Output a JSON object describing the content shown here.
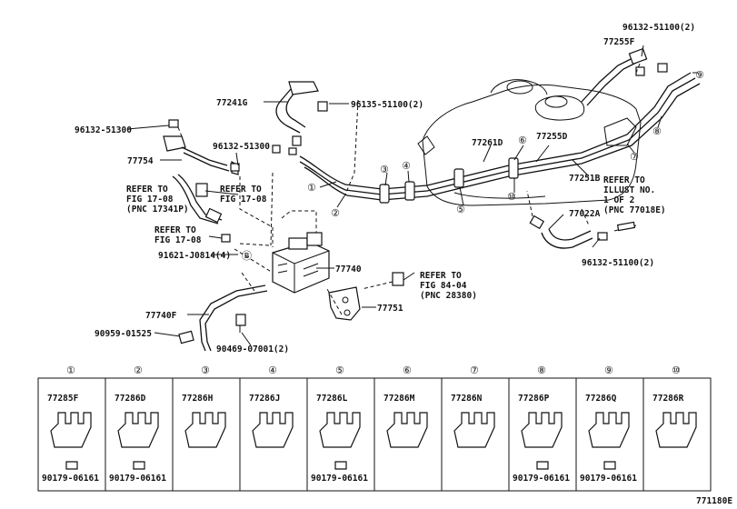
{
  "labels": {
    "p96132_51100_2_top": "96132-51100(2)",
    "p77255F": "77255F",
    "p77241G": "77241G",
    "p96135_51100_2": "96135-51100(2)",
    "p96132_51300_a": "96132-51300",
    "p96132_51300_b": "96132-51300",
    "p77754": "77754",
    "p77261D": "77261D",
    "p77255D": "77255D",
    "p77251B": "77251B",
    "p77022A": "77022A",
    "p96132_51100_2_bot": "96132-51100(2)",
    "p91621": "91621-J0814(4)",
    "p77740": "77740",
    "p77740F": "77740F",
    "p77751": "77751",
    "p90959": "90959-01525",
    "p90469": "90469-07001(2)"
  },
  "refers": {
    "ref_a_l1": "REFER TO",
    "ref_a_l2": "FIG 17-08",
    "ref_a_l3": "(PNC 17341P)",
    "ref_b_l1": "REFER TO",
    "ref_b_l2": "FIG 17-08",
    "ref_c_l1": "REFER TO",
    "ref_c_l2": "FIG 17-08",
    "ref_d_l1": "REFER TO",
    "ref_d_l2": "FIG 84-04",
    "ref_d_l3": "(PNC 28380)",
    "ref_e_l1": "REFER TO",
    "ref_e_l2": "ILLUST NO.",
    "ref_e_l3": "1 OF 2",
    "ref_e_l4": "(PNC 77018E)"
  },
  "callouts": [
    "①",
    "②",
    "③",
    "④",
    "⑤",
    "⑥",
    "⑦",
    "⑧",
    "⑨",
    "⑩",
    "Ⓑ"
  ],
  "clamp_table": {
    "headers": [
      "①",
      "②",
      "③",
      "④",
      "⑤",
      "⑥",
      "⑦",
      "⑧",
      "⑨",
      "⑩"
    ],
    "parts": [
      "77285F",
      "77286D",
      "77286H",
      "77286J",
      "77286L",
      "77286M",
      "77286N",
      "77286P",
      "77286Q",
      "77286R"
    ],
    "bolts": [
      "90179-06161",
      "90179-06161",
      "",
      "",
      "90179-06161",
      "",
      "",
      "90179-06161",
      "90179-06161",
      ""
    ]
  },
  "figure_id": "771180E"
}
